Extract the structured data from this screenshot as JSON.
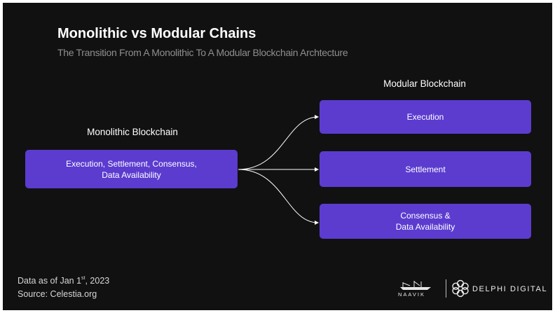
{
  "header": {
    "title": "Monolithic vs Modular Chains",
    "subtitle": "The Transition From A Monolithic To A Modular Blockchain Archtecture"
  },
  "monolithic": {
    "label": "Monolithic Blockchain",
    "box_line1": "Execution, Settlement, Consensus,",
    "box_line2": "Data Availability"
  },
  "modular": {
    "label": "Modular Blockchain",
    "boxes": [
      {
        "line1": "Execution",
        "line2": ""
      },
      {
        "line1": "Settlement",
        "line2": ""
      },
      {
        "line1": "Consensus &",
        "line2": "Data Availability"
      }
    ]
  },
  "footer": {
    "date_prefix": "Data as of Jan 1",
    "date_sup": "st",
    "date_suffix": ", 2023",
    "source": "Source: Celestia.org"
  },
  "logos": {
    "naavik": "NAAVIK",
    "delphi": "DELPHI DIGITAL"
  },
  "colors": {
    "background": "#111111",
    "box": "#5b3ccf",
    "text": "#ffffff",
    "subtitle": "#8f8f8f"
  }
}
